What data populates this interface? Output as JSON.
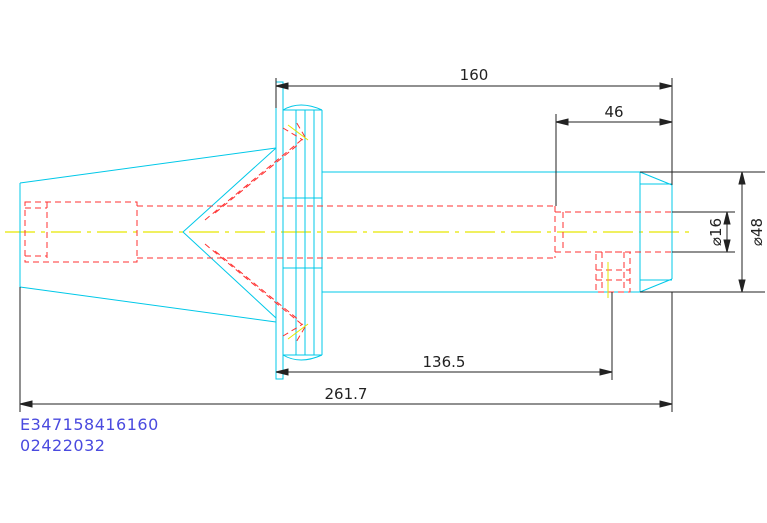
{
  "dimensions": {
    "overall_length": "160",
    "taper_length": "46",
    "bore_diameter": "⌀16",
    "outer_diameter": "⌀48",
    "length_to_hole": "136.5",
    "total_length": "261.7"
  },
  "codes": {
    "part_number": "E347158416160",
    "order_number": "02422032"
  },
  "colors": {
    "outline": "#00c8e8",
    "hidden": "#ff3030",
    "centerline": "#e6e600",
    "dimension": "#222222",
    "text_blue": "#4a4adf"
  }
}
